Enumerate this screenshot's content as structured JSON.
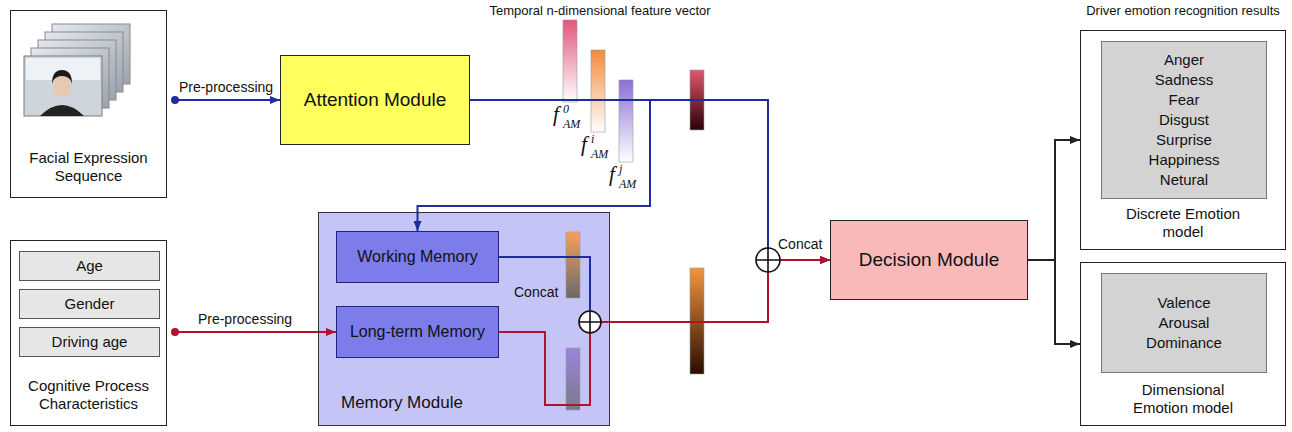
{
  "diagram": {
    "nodes": [
      {
        "text": [
          "Facial Expression Sequence"
        ]
      },
      {
        "text": [
          "Attention Module"
        ]
      },
      {
        "text": [
          "Cognitive Process Characteristics"
        ]
      },
      {
        "text": [
          "Age"
        ],
        "in": 2
      },
      {
        "text": [
          "Gender"
        ],
        "in": 2
      },
      {
        "text": [
          "Driving age"
        ],
        "in": 2
      },
      {
        "text": [
          "Memory Module"
        ]
      },
      {
        "text": [
          "Working Memory"
        ],
        "in": 6
      },
      {
        "text": [
          "Long-term Memory"
        ],
        "in": 6
      },
      {
        "text": [
          "Decision Module"
        ]
      },
      {
        "text": [
          "Discrete Emotion model"
        ]
      },
      {
        "text": [
          "Anger",
          "Sadness",
          "Fear",
          "Disgust",
          "Surprise",
          "Happiness",
          "Netural"
        ],
        "in": 10
      },
      {
        "text": [
          "Dimensional Emotion model"
        ]
      },
      {
        "text": [
          "Valence",
          "Arousal",
          "Dominance"
        ],
        "in": 12
      }
    ],
    "edges": [
      {
        "from": 0,
        "to": 1,
        "label": "Pre-processing",
        "arrow": "to"
      },
      {
        "from": 1,
        "to": 7,
        "arrow": "to"
      },
      {
        "from": 2,
        "to": 8,
        "label": "Pre-processing",
        "arrow": "to"
      },
      {
        "from": 1,
        "to": 9,
        "arrow": "to"
      },
      {
        "from": 7,
        "to": 9,
        "arrow": "to"
      },
      {
        "from": 8,
        "to": 9,
        "arrow": "to"
      },
      {
        "from": 9,
        "to": 10,
        "arrow": "to"
      },
      {
        "from": 9,
        "to": 12,
        "arrow": "to"
      }
    ],
    "labels": [
      "Temporal n-dimensional feature vector",
      "f",
      "0",
      "AM",
      "f",
      "i",
      "AM",
      "f",
      "j",
      "AM",
      "Concat",
      "Concat",
      "Driver emotion recognition results"
    ]
  }
}
